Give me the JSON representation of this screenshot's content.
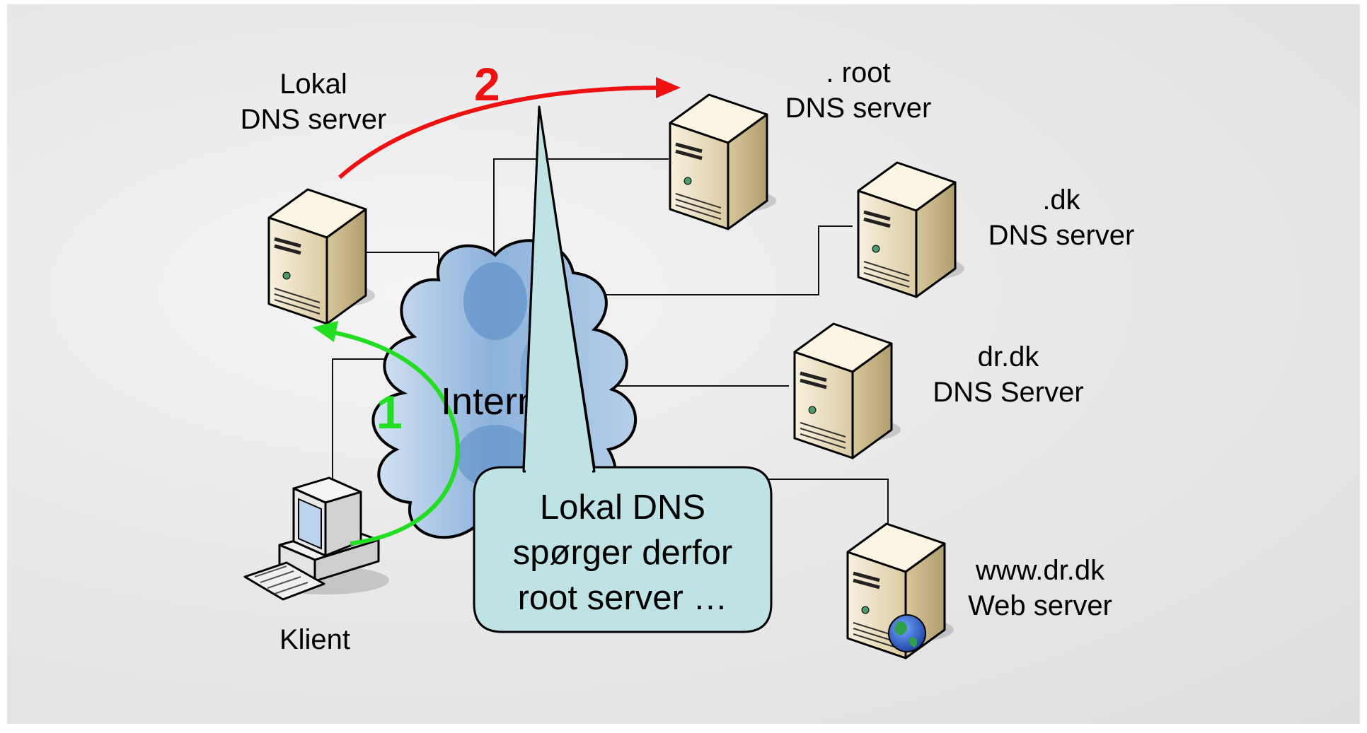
{
  "nodes": {
    "local_dns": {
      "line1": "Lokal",
      "line2": "DNS server"
    },
    "root_dns": {
      "line1": ". root",
      "line2": "DNS server"
    },
    "dk_dns": {
      "line1": ".dk",
      "line2": "DNS server"
    },
    "drdk_dns": {
      "line1": "dr.dk",
      "line2": "DNS Server"
    },
    "web_server": {
      "line1": "www.dr.dk",
      "line2": "Web server"
    },
    "client": {
      "label": "Klient"
    },
    "internet": {
      "label": "Internet"
    }
  },
  "steps": [
    {
      "number": "1",
      "color": "#22dd22"
    },
    {
      "number": "2",
      "color": "#ee1111"
    }
  ],
  "callout": {
    "line1": "Lokal DNS",
    "line2": "spørger derfor",
    "line3": "root server …"
  },
  "colors": {
    "server_body": "#efe3c6",
    "server_side": "#c7b58a",
    "cloud": "#8ab2dc",
    "callout_fill": "#bfe2e4"
  }
}
